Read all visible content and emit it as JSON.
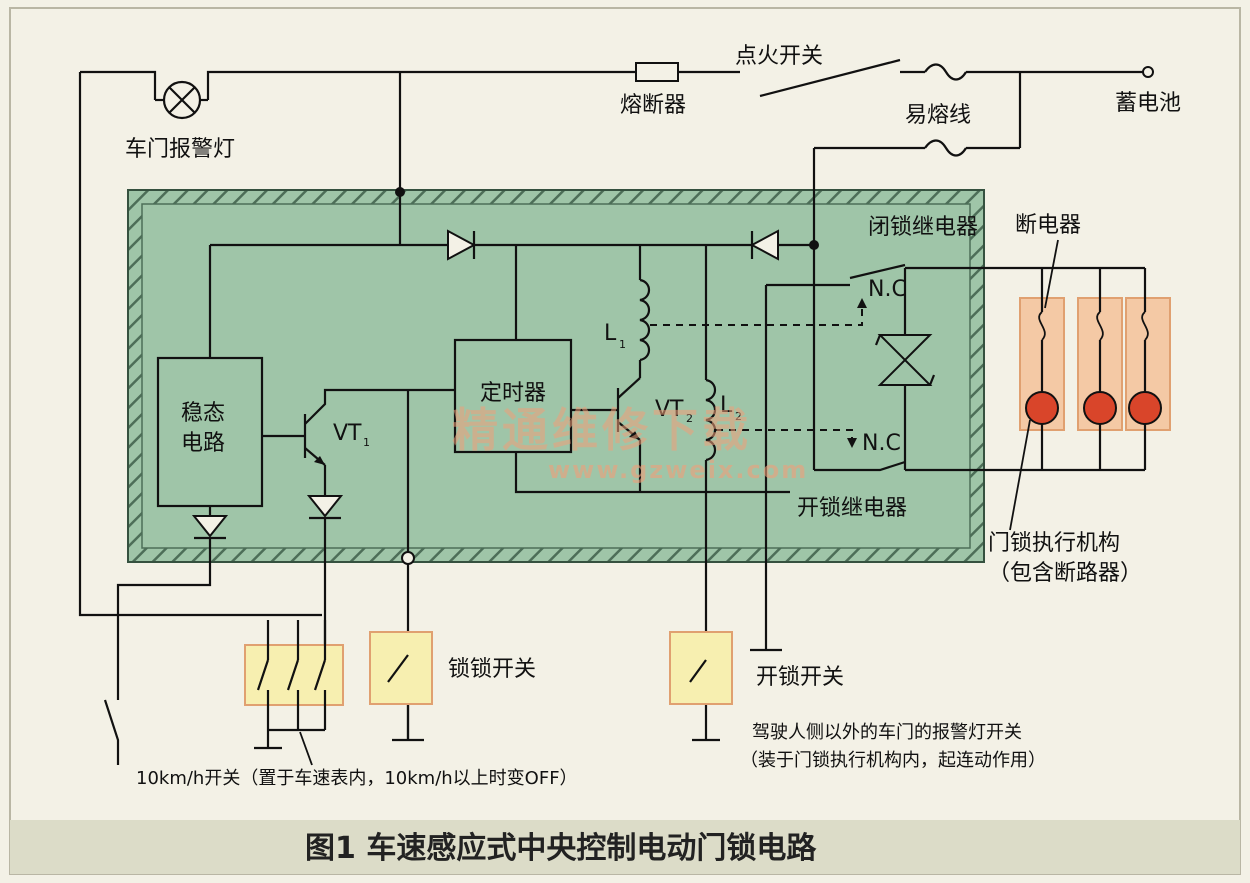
{
  "colors": {
    "background": "#f3f1e6",
    "module_fill": "#9fc5a8",
    "switch_box": "#f7efb0",
    "switch_box_border": "#e0a070",
    "actuator_fill": "#f4c9a5",
    "actuator_ball": "#d9452a",
    "watermark": "#f0a07a",
    "caption_bar": "#dcdcc8"
  },
  "labels": {
    "door_warning_lamp": "车门报警灯",
    "fuse": "熔断器",
    "ignition_switch": "点火开关",
    "fusible_link": "易熔线",
    "battery": "蓄电池",
    "lock_relay": "闭锁继电器",
    "breaker": "断电器",
    "nc_top": "N.C",
    "nc_bottom": "N.C",
    "l1": "L",
    "l1_sub": "1",
    "stabilizer": "稳态电路",
    "stabilizer_l1": "稳态",
    "stabilizer_l2": "电路",
    "vt1": "VT",
    "vt1_sub": "1",
    "timer": "定时器",
    "vt2": "VT",
    "vt2_sub": "2",
    "l2": "L",
    "l2_sub": "2",
    "unlock_relay": "开锁继电器",
    "actuator_l1": "门锁执行机构",
    "actuator_l2": "（包含断路器）",
    "lock_switch": "锁锁开关",
    "unlock_switch": "开锁开关",
    "door_switch_l1": "驾驶人侧以外的车门的报警灯开关",
    "door_switch_l2": "（装于门锁执行机构内，起连动作用）",
    "speed_switch": "10km/h开关（置于车速表内，10km/h以上时变OFF）",
    "watermark_cn": "精通维修下载",
    "watermark_url": "www.gzweix.com",
    "caption": "图1   车速感应式中央控制电动门锁电路"
  }
}
